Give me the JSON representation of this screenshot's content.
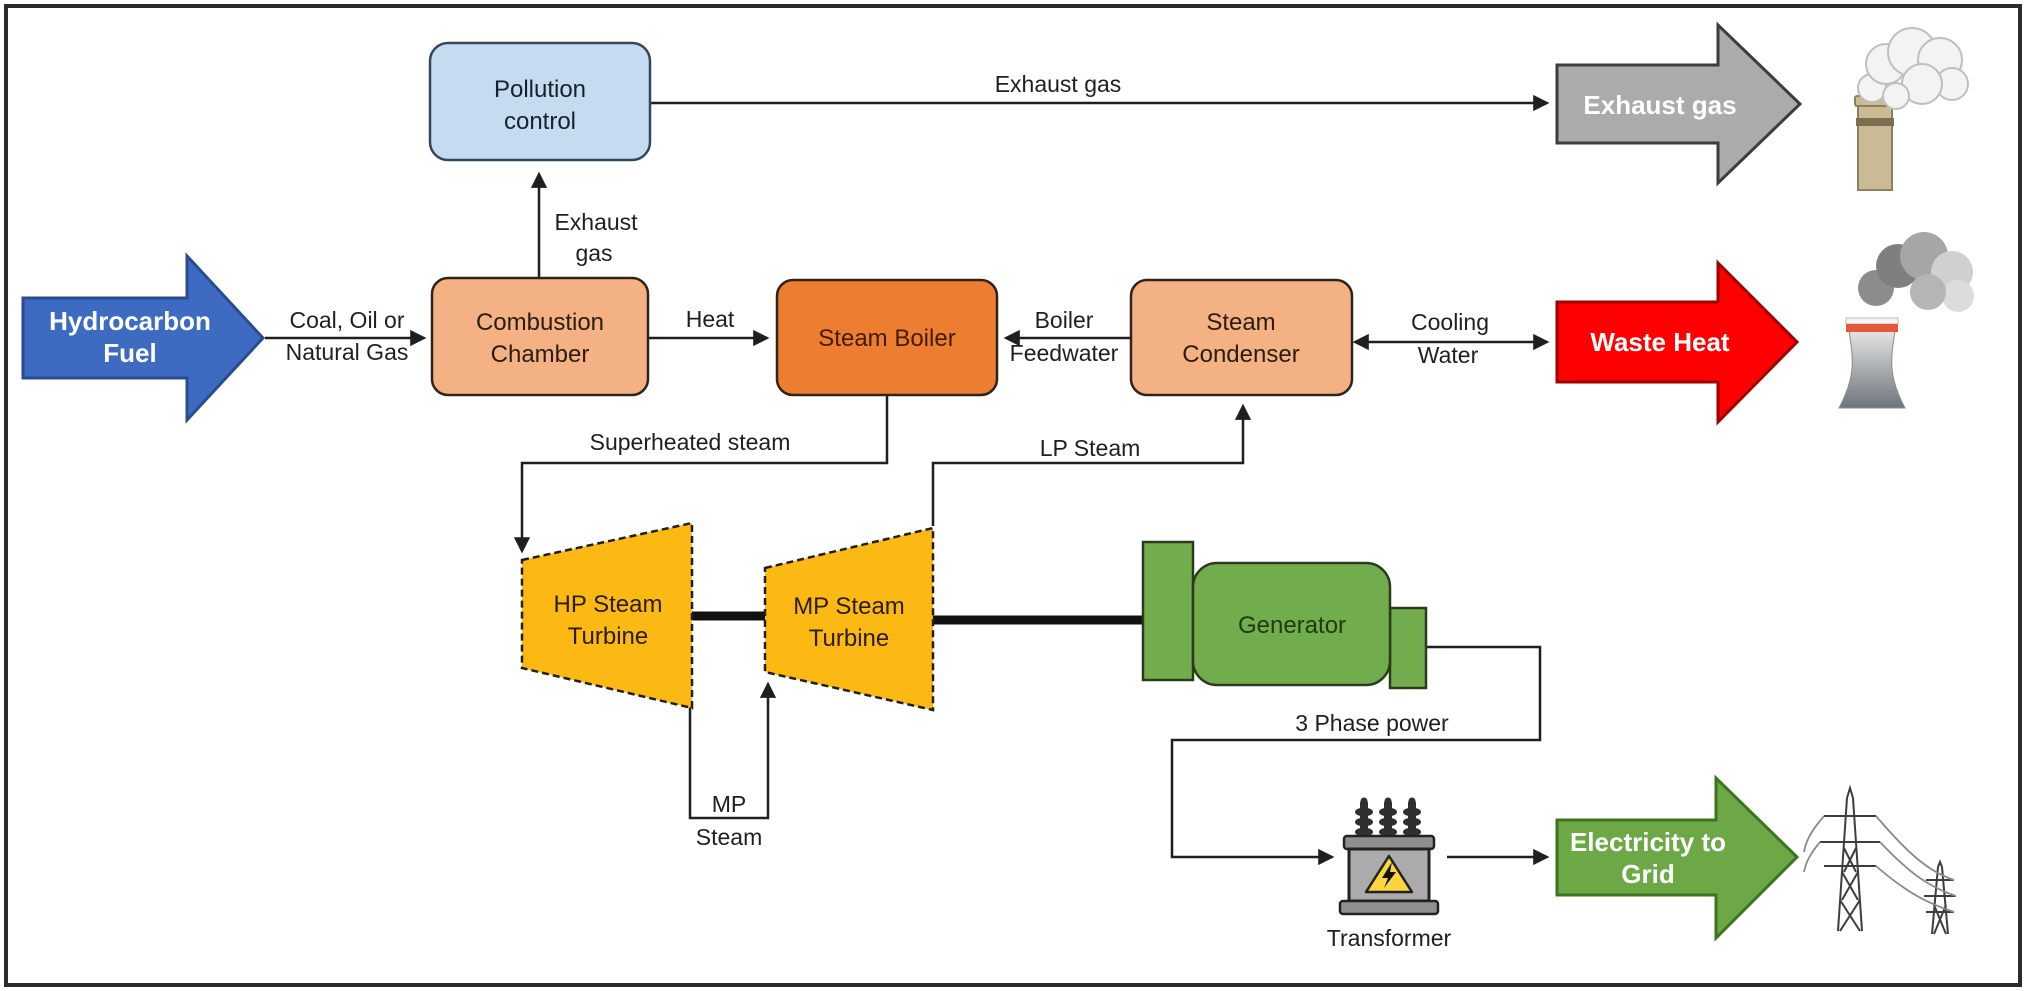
{
  "title": "Hydrocarbon fuel power station process flow diagram",
  "colors": {
    "line": "#1f1f1f",
    "frame": "#2b2b2b",
    "fuel_arrow": "#3e6bc2",
    "pollution_fill": "#c5dcf0",
    "peach_fill": "#f4b183",
    "boiler_fill": "#ed7d31",
    "turbine_fill": "#fdb913",
    "generator_fill": "#72ad4d",
    "gray_arrow": "#ababab",
    "red_arrow": "#fe0000",
    "green_arrow": "#6ca845"
  },
  "nodes": {
    "pollution": {
      "line1": "Pollution",
      "line2": "control"
    },
    "combustion": {
      "line1": "Combustion",
      "line2": "Chamber"
    },
    "boiler": {
      "label": "Steam Boiler"
    },
    "condenser": {
      "line1": "Steam",
      "line2": "Condenser"
    },
    "hp_turbine": {
      "line1": "HP Steam",
      "line2": "Turbine"
    },
    "mp_turbine": {
      "line1": "MP Steam",
      "line2": "Turbine"
    },
    "generator": {
      "label": "Generator"
    },
    "transformer": {
      "label": "Transformer"
    }
  },
  "flows": {
    "fuel_feed": {
      "line1": "Coal, Oil or",
      "line2": "Natural Gas"
    },
    "exhaust_up": {
      "line1": "Exhaust",
      "line2": "gas"
    },
    "exhaust_line": {
      "label": "Exhaust gas"
    },
    "heat": {
      "label": "Heat"
    },
    "feedwater": {
      "line1": "Boiler",
      "line2": "Feedwater"
    },
    "cooling": {
      "line1": "Cooling",
      "line2": "Water"
    },
    "superheated": {
      "label": "Superheated steam"
    },
    "lp_steam": {
      "label": "LP Steam"
    },
    "mp_steam": {
      "line1": "MP",
      "line2": "Steam"
    },
    "three_phase": {
      "label": "3 Phase power"
    }
  },
  "io": {
    "fuel": {
      "line1": "Hydrocarbon",
      "line2": "Fuel"
    },
    "exhaust_out": {
      "label": "Exhaust gas"
    },
    "waste_heat": {
      "label": "Waste Heat"
    },
    "electricity": {
      "line1": "Electricity to",
      "line2": "Grid"
    }
  },
  "icons": {
    "smokestack": "smokestack-icon",
    "cooling_tower": "cooling-tower-icon",
    "transformer": "transformer-icon",
    "pylons": "transmission-towers-icon"
  }
}
